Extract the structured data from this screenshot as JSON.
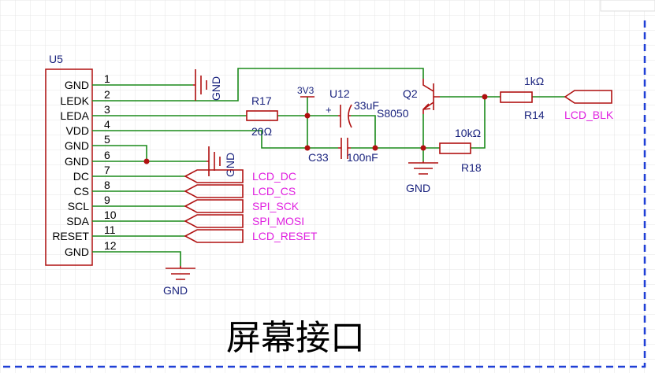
{
  "connector": {
    "ref": "U5",
    "pins": [
      {
        "num": "1",
        "name": "GND"
      },
      {
        "num": "2",
        "name": "LEDK"
      },
      {
        "num": "3",
        "name": "LEDA"
      },
      {
        "num": "4",
        "name": "VDD"
      },
      {
        "num": "5",
        "name": "GND"
      },
      {
        "num": "6",
        "name": "GND"
      },
      {
        "num": "7",
        "name": "DC"
      },
      {
        "num": "8",
        "name": "CS"
      },
      {
        "num": "9",
        "name": "SCL"
      },
      {
        "num": "10",
        "name": "SDA"
      },
      {
        "num": "11",
        "name": "RESET"
      },
      {
        "num": "12",
        "name": "GND"
      }
    ]
  },
  "net_labels": [
    "LCD_DC",
    "LCD_CS",
    "SPI_SCK",
    "SPI_MOSI",
    "LCD_RESET"
  ],
  "components": {
    "r17": {
      "ref": "R17",
      "value": "20Ω"
    },
    "u12": {
      "ref": "U12",
      "value": "33uF",
      "polarity": "+"
    },
    "c33": {
      "ref": "C33",
      "value": "100nF"
    },
    "q2": {
      "ref": "Q2",
      "value": "S8050"
    },
    "r14": {
      "ref": "R14",
      "value": "1kΩ"
    },
    "r18": {
      "ref": "R18",
      "value": "10kΩ"
    }
  },
  "power": {
    "v33": "3V3",
    "gnd": "GND"
  },
  "blk_net": "LCD_BLK",
  "title": "屏幕接口",
  "colors": {
    "wire": "#1a8a1a",
    "component": "#b01010",
    "ref_label": "#1a237e",
    "net_label": "#e020e0",
    "border": "#1f3fd6",
    "grid": "#e6e6e6"
  }
}
